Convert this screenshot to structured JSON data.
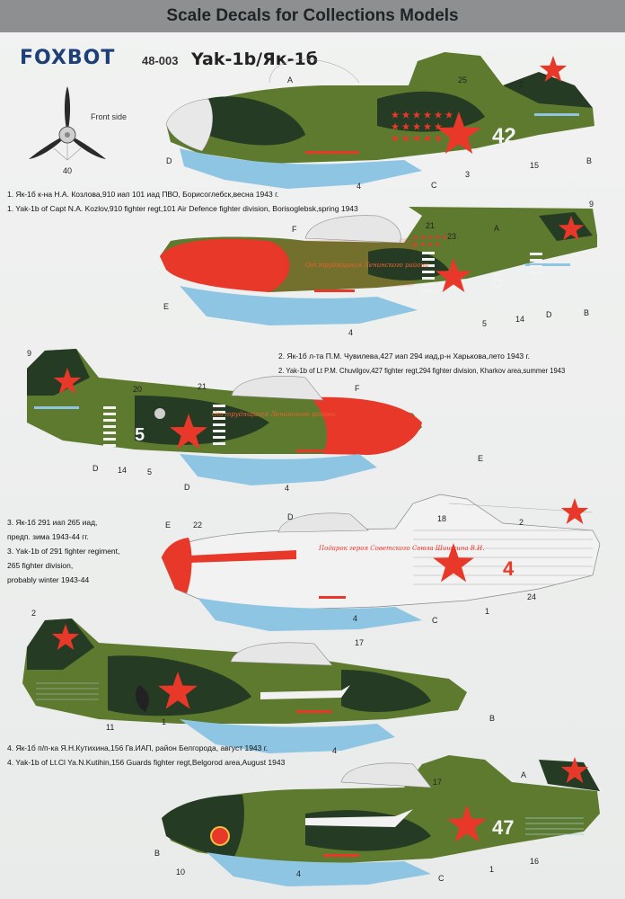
{
  "header": {
    "banner": "Scale Decals for Collections Models"
  },
  "brand": {
    "logo": "FOXBOT",
    "code": "48-003",
    "title": "Yak-1b/Як-1б"
  },
  "propeller": {
    "label": "Front side",
    "number": "40"
  },
  "captions": [
    {
      "ru": "1. Як-1б к-на Н.А. Козлова,910 иап 101 иад ПВО, Борисоглебск,весна 1943 г.",
      "en": "1. Yak-1b of Capt N.A. Kozlov,910 fighter regt,101 Air Defence fighter division, Borisoglebsk,spring 1943"
    },
    {
      "ru": "2. Як-1б л-та П.М. Чувилева,427 иап 294 иад,р-н Харькова,лето 1943 г.",
      "en": "2. Yak-1b of Lt P.M. Chuvilgov,427 fighter regt,294 fighter division, Kharkov area,summer 1943"
    },
    {
      "ru1": "3. Як-1б 291 иап 265 иад,",
      "ru2": "предп. зима 1943-44 гг.",
      "en1": "3. Yak-1b of 291 fighter regiment,",
      "en2": "265 fighter division,",
      "en3": "probably winter 1943-44"
    },
    {
      "ru": "4. Як-1б п/п-ка Я.Н.Кутихина,156 Гв.ИАП, район Белгорода, август 1943 г.",
      "en": "4. Yak-1b of Lt.Cl Ya.N.Kutihin,156 Guards fighter regt,Belgorod area,August 1943"
    }
  ],
  "aircraft": [
    {
      "id": "aircraft-1",
      "tail_number": "42",
      "callouts": [
        "A",
        "25",
        "2",
        "D",
        "3",
        "15",
        "B",
        "4",
        "C"
      ]
    },
    {
      "id": "aircraft-2",
      "tail_number": "5",
      "nose_inscription": "От трудящихся Ленинского района",
      "callouts": [
        "9",
        "F",
        "21",
        "23",
        "A",
        "E",
        "4",
        "5",
        "14",
        "D",
        "B"
      ]
    },
    {
      "id": "aircraft-3",
      "tail_number": "5",
      "nose_inscription": "От трудящихся Ленинского района",
      "callouts": [
        "9",
        "20",
        "21",
        "F",
        "D",
        "14",
        "5",
        "D",
        "4",
        "E"
      ]
    },
    {
      "id": "aircraft-4",
      "tail_number": "4",
      "nose_inscription": "Подарок героя Советского Союза Шишкина В.И.",
      "callouts": [
        "E",
        "22",
        "D",
        "18",
        "2",
        "4",
        "C",
        "1",
        "24"
      ]
    },
    {
      "id": "aircraft-5",
      "callouts": [
        "2",
        "17",
        "11",
        "1",
        "B",
        "4"
      ]
    },
    {
      "id": "aircraft-6",
      "tail_number": "47",
      "callouts": [
        "A",
        "17",
        "B",
        "10",
        "4",
        "C",
        "1",
        "16"
      ]
    }
  ],
  "colors": {
    "olive": "#5e7a2e",
    "dark_green": "#263b23",
    "red": "#e8382a",
    "light_blue": "#8ec5e3",
    "white": "#f2f2f2",
    "brand_blue": "#1f3f78"
  }
}
